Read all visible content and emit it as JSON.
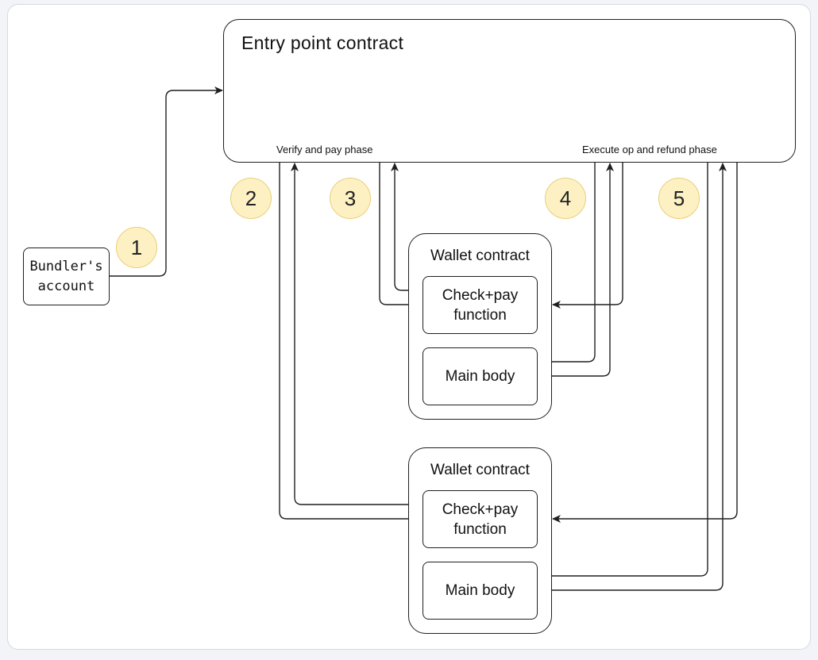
{
  "diagram": {
    "entry_point": {
      "title": "Entry point contract",
      "verify_phase_label": "Verify and pay phase",
      "execute_phase_label": "Execute op and refund phase"
    },
    "bundler": {
      "label": "Bundler's account"
    },
    "wallets": [
      {
        "title": "Wallet contract",
        "check_pay": "Check+pay function",
        "main_body": "Main body"
      },
      {
        "title": "Wallet contract",
        "check_pay": "Check+pay function",
        "main_body": "Main body"
      }
    ],
    "steps": [
      "1",
      "2",
      "3",
      "4",
      "5"
    ],
    "colors": {
      "step_fill": "#fdf1c4",
      "step_border": "#e9cf77",
      "line": "#1f1f1f"
    }
  }
}
